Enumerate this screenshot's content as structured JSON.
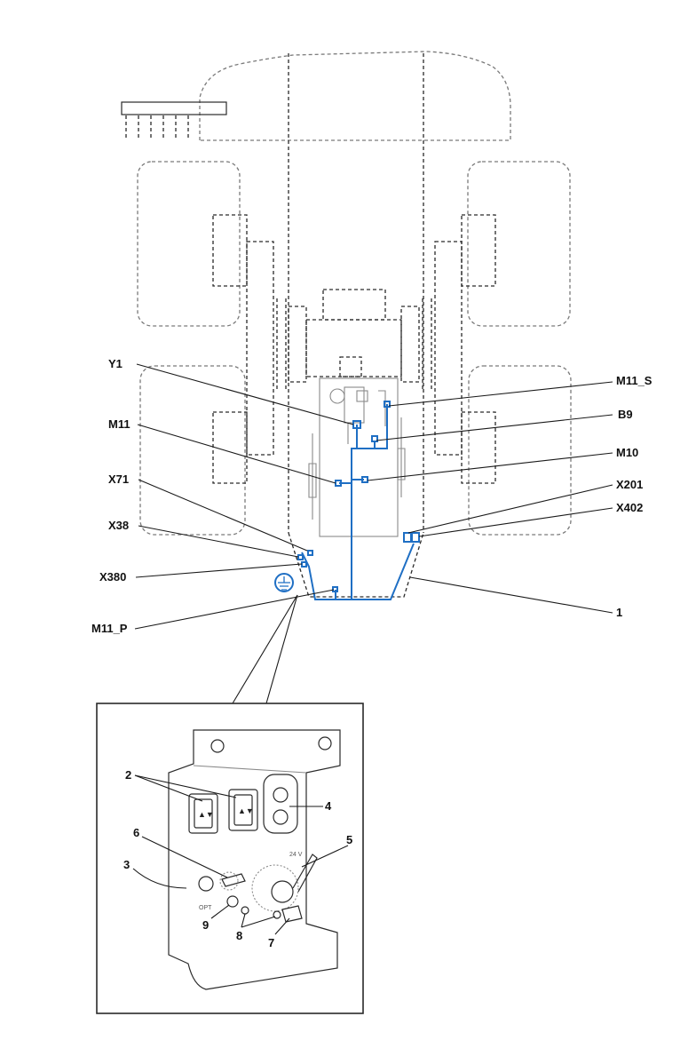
{
  "callouts": {
    "y1": "Y1",
    "m11": "M11",
    "x71": "X71",
    "x38": "X38",
    "x380": "X380",
    "m11_p": "M11_P",
    "m11_s": "M11_S",
    "b9": "B9",
    "m10": "M10",
    "x201": "X201",
    "x402": "X402",
    "n1": "1"
  },
  "detail_callouts": {
    "n2": "2",
    "n3": "3",
    "n4": "4",
    "n5": "5",
    "n6": "6",
    "n7": "7",
    "n8": "8",
    "n9": "9"
  },
  "panel_marks": {
    "opt": "OPT",
    "voltage": "24 V"
  },
  "colors": {
    "harness": "#1f6fc4",
    "outline": "#2a2a2a"
  }
}
